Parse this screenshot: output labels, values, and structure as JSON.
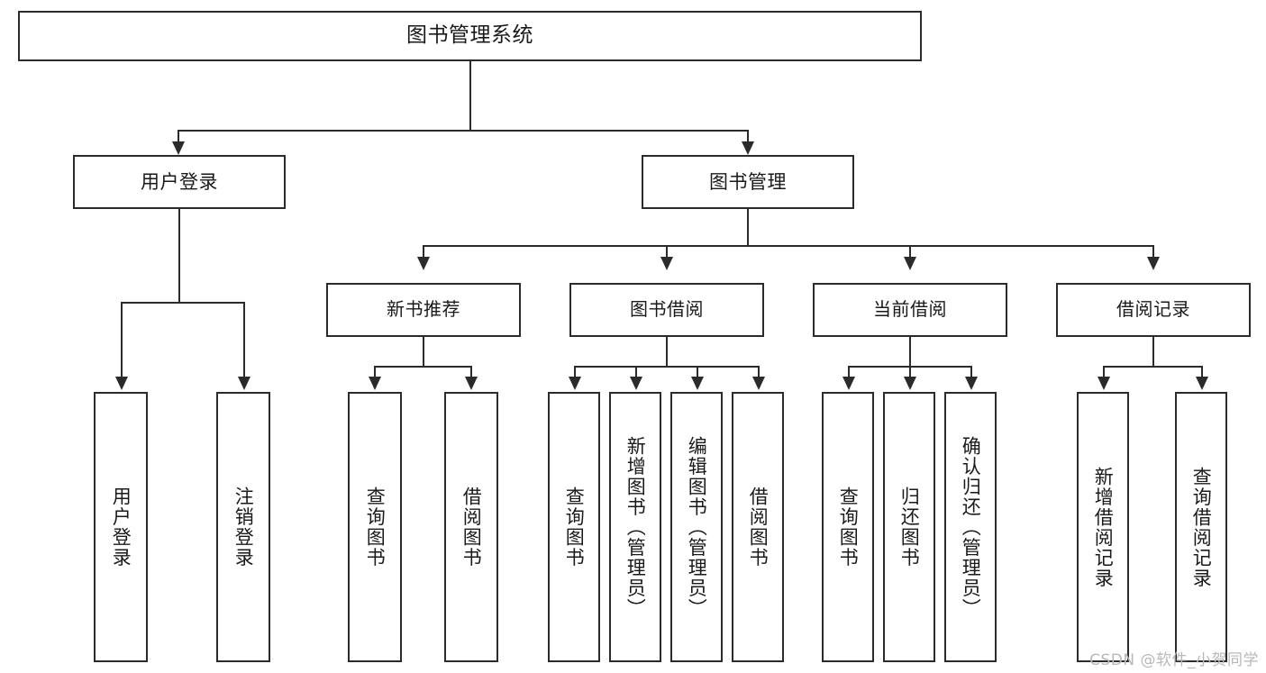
{
  "diagram": {
    "title": "图书管理系统",
    "type": "tree",
    "watermark": "CSDN @软件_小贺同学",
    "colors": {
      "stroke": "#2b2b2b",
      "fill": "#ffffff",
      "text": "#1a1a1a",
      "watermark": "#b8b8b8"
    },
    "root": {
      "label": "图书管理系统"
    },
    "level2": [
      {
        "label": "用户登录"
      },
      {
        "label": "图书管理"
      }
    ],
    "level3": [
      {
        "label": "新书推荐"
      },
      {
        "label": "图书借阅"
      },
      {
        "label": "当前借阅"
      },
      {
        "label": "借阅记录"
      }
    ],
    "leaves": {
      "user_login": [
        {
          "label": "用户登录"
        },
        {
          "label": "注销登录"
        }
      ],
      "new_book_recommend": [
        {
          "label": "查询图书"
        },
        {
          "label": "借阅图书"
        }
      ],
      "book_borrow": [
        {
          "label": "查询图书"
        },
        {
          "label": "新增图书（管理员）"
        },
        {
          "label": "编辑图书（管理员）"
        },
        {
          "label": "借阅图书"
        }
      ],
      "current_borrow": [
        {
          "label": "查询图书"
        },
        {
          "label": "归还图书"
        },
        {
          "label": "确认归还（管理员）"
        }
      ],
      "borrow_record": [
        {
          "label": "新增借阅记录"
        },
        {
          "label": "查询借阅记录"
        }
      ]
    }
  }
}
